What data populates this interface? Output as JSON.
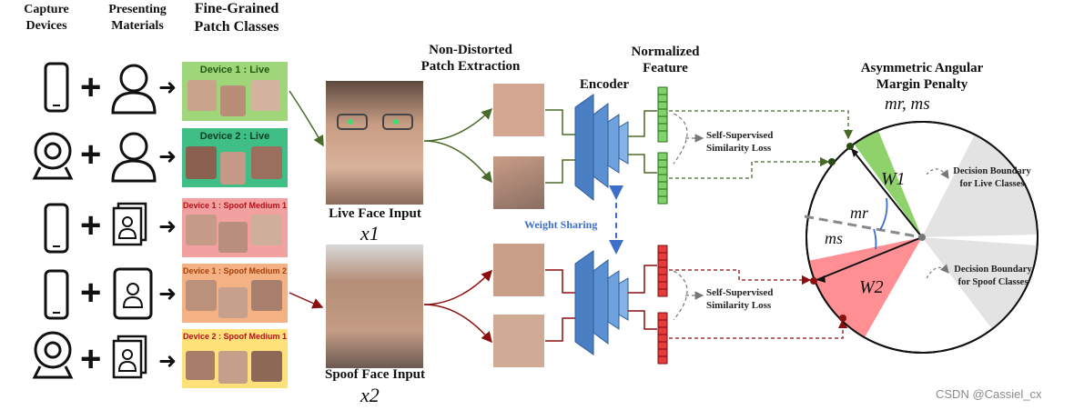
{
  "headers": {
    "capture_devices": "Capture Devices",
    "presenting_materials": "Presenting Materials",
    "fine_grained": "Fine-Grained Patch Classes",
    "non_distorted": "Non-Distorted Patch Extraction",
    "encoder": "Encoder",
    "normalized": "Normalized Feature",
    "asymmetric": "Asymmetric Angular Margin Penalty"
  },
  "margin_symbols": "mr, ms",
  "patch_classes": [
    {
      "label": "Device 1 : Live",
      "bg": "#9fd67a",
      "label_color": "#1f5a12"
    },
    {
      "label": "Device 2 : Live",
      "bg": "#3fbf86",
      "label_color": "#0d3e25"
    },
    {
      "label": "Device 1 : Spoof Medium 1",
      "bg": "#f2a0a0",
      "label_color": "#b2141b"
    },
    {
      "label": "Device 1 : Spoof Medium 2",
      "bg": "#f4b183",
      "label_color": "#a4410d"
    },
    {
      "label": "Device 2 : Spoof Medium 1",
      "bg": "#ffe17a",
      "label_color": "#b2141b"
    }
  ],
  "inputs": {
    "live_caption": "Live Face Input",
    "live_symbol": "x1",
    "spoof_caption": "Spoof Face Input",
    "spoof_symbol": "x2"
  },
  "weight_sharing": "Weight Sharing",
  "loss_label": "Self-Supervised Similarity Loss",
  "boundaries": {
    "live": "Decision Boundary for Live Classes",
    "spoof": "Decision Boundary for Spoof Classes"
  },
  "symbols": {
    "w1": "W1",
    "w2": "W2",
    "mr": "mr",
    "ms": "ms"
  },
  "colors": {
    "live_sector": "#8fd16a",
    "spoof_sector": "#ff8f93",
    "encoder": "#4a7fc4",
    "live_feature": "#7fd36b",
    "spoof_feature": "#e53b3b",
    "live_arrow": "#4a6a2a",
    "spoof_arrow": "#8b0f0f",
    "weight_sharing": "#3d6fc9"
  },
  "watermark": "CSDN @Cassiel_cx"
}
